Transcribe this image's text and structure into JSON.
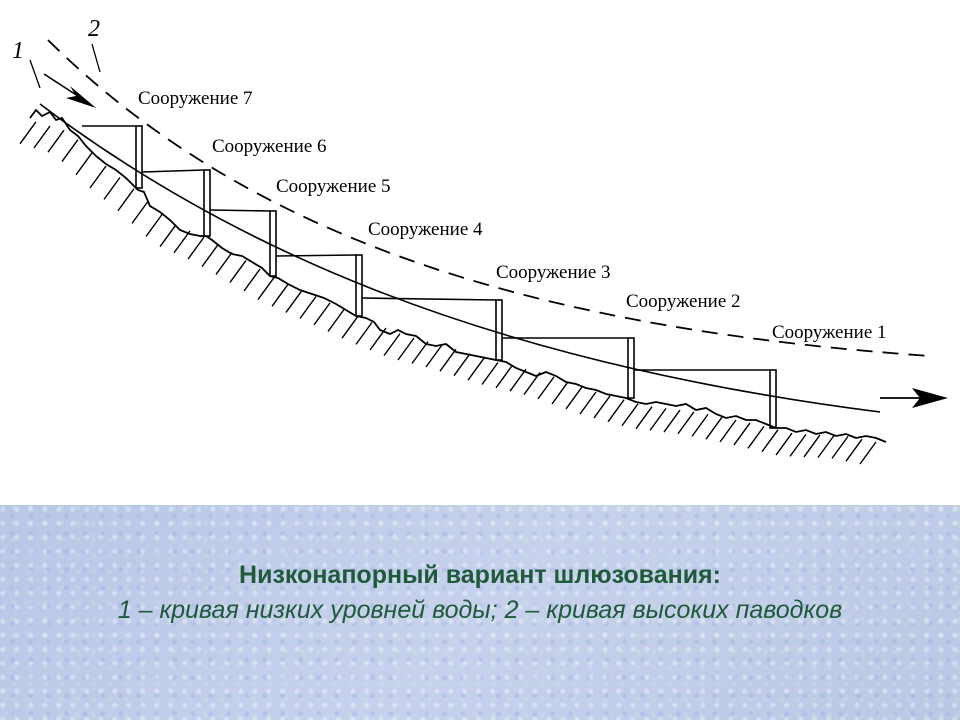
{
  "diagram": {
    "curve_labels": {
      "low_water": "1",
      "high_flood": "2"
    },
    "structures": [
      {
        "label": "Сооружение 7"
      },
      {
        "label": "Сооружение 6"
      },
      {
        "label": "Сооружение 5"
      },
      {
        "label": "Сооружение 4"
      },
      {
        "label": "Сооружение 3"
      },
      {
        "label": "Сооружение 2"
      },
      {
        "label": "Сооружение 1"
      }
    ]
  },
  "caption": {
    "title": "Низконапорный вариант шлюзования:",
    "legend": "1 – кривая низких уровней  воды; 2 – кривая высоких паводков"
  },
  "colors": {
    "caption_text": "#1f5a3a",
    "caption_bg": "#bccbe6",
    "line": "#000000"
  }
}
